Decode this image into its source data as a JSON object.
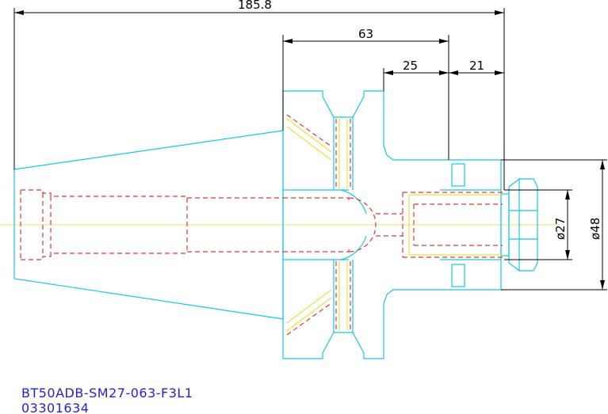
{
  "dimensions": {
    "overall_length": "185.8",
    "flange_to_nose": "63",
    "body_length": "25",
    "nose_length": "21",
    "bore_diameter": "ø27",
    "body_diameter": "ø48"
  },
  "part": {
    "number": "BT50ADB-SM27-063-F3L1",
    "code": "03301634"
  },
  "colors": {
    "outline": "#16c8e6",
    "hidden_lines": "#e03a3a",
    "center_line": "#f2e35a",
    "dimensions": "#000000",
    "part_text": "#2323c8"
  }
}
